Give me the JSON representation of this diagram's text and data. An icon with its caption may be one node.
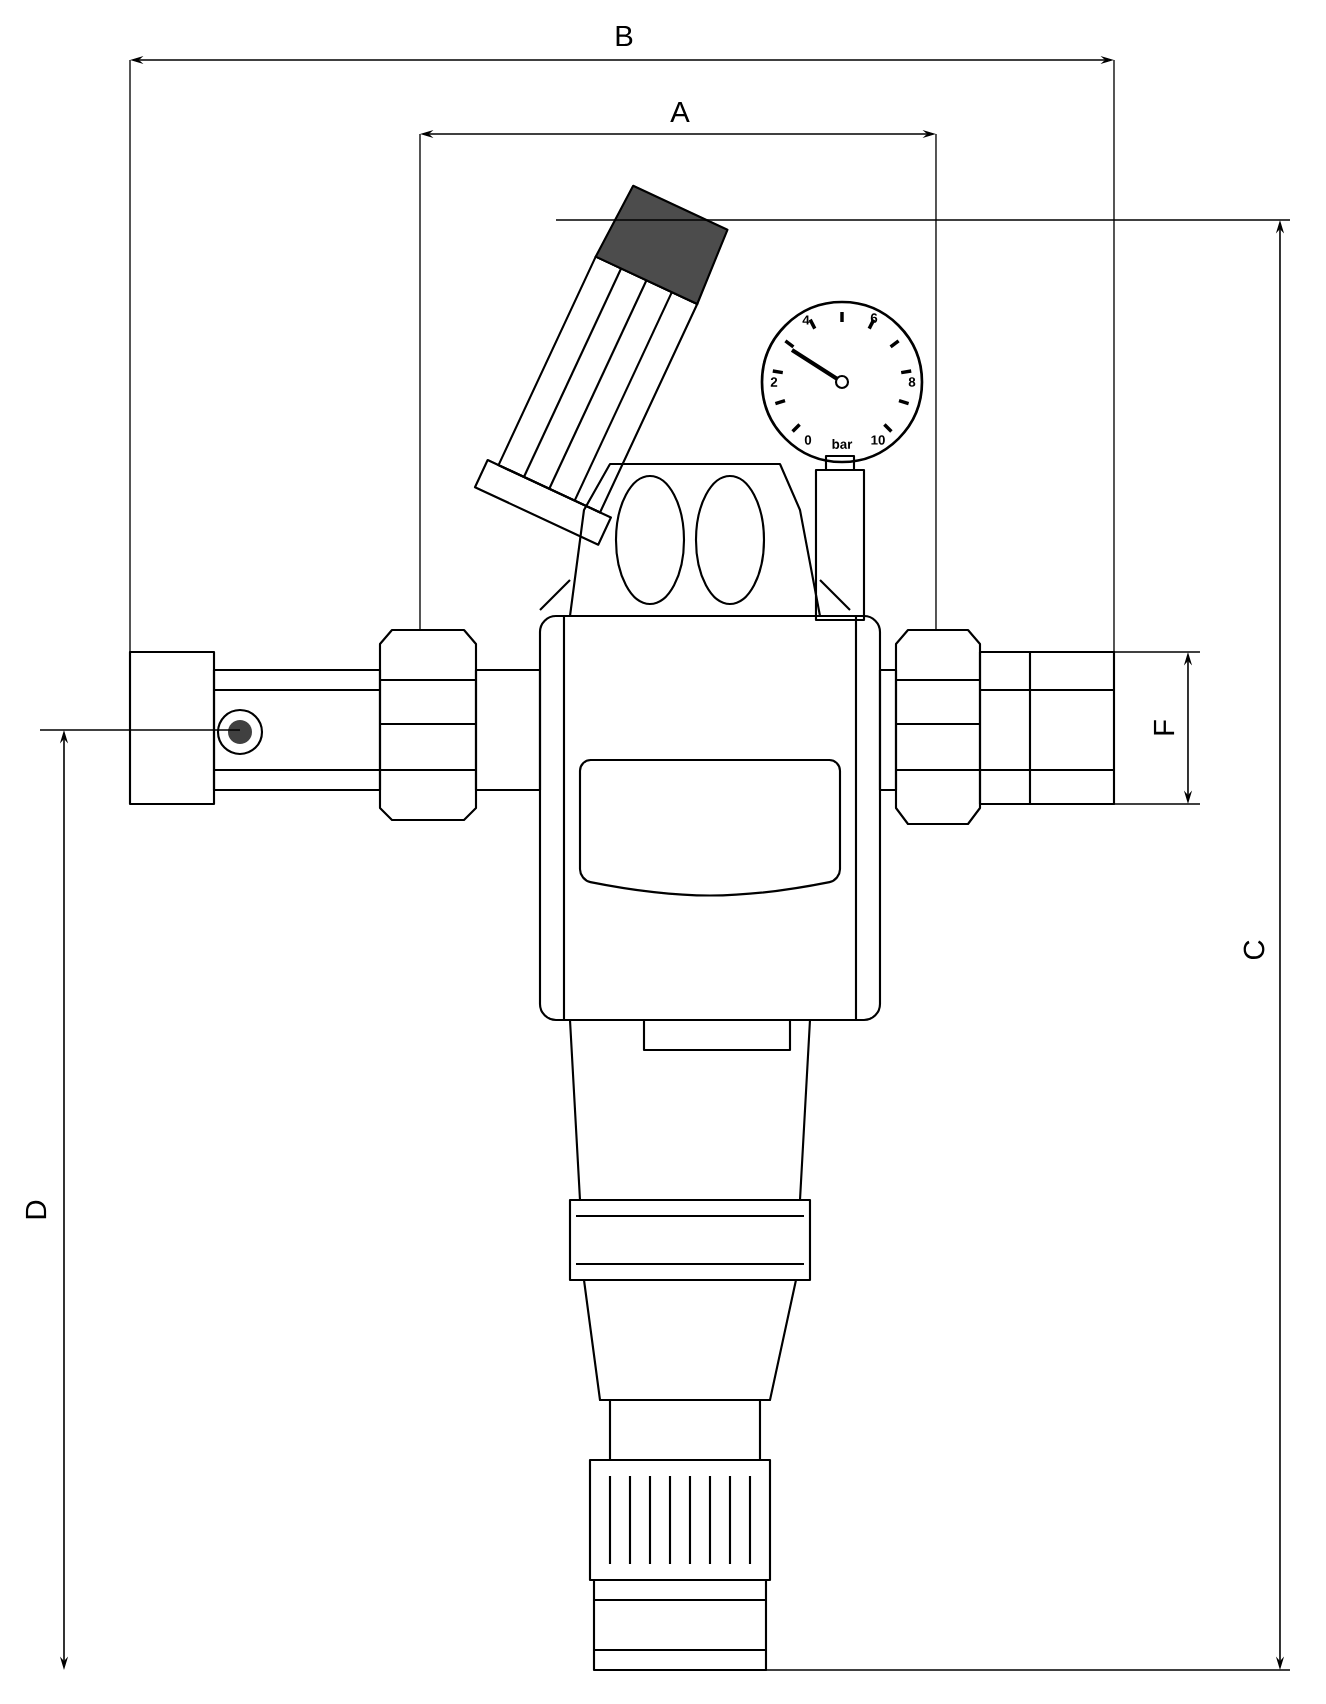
{
  "diagram": {
    "labels": [
      "B",
      "A",
      "4",
      "6",
      "2",
      "8",
      "0",
      "bar",
      "10",
      "F",
      "C",
      "D"
    ]
  }
}
